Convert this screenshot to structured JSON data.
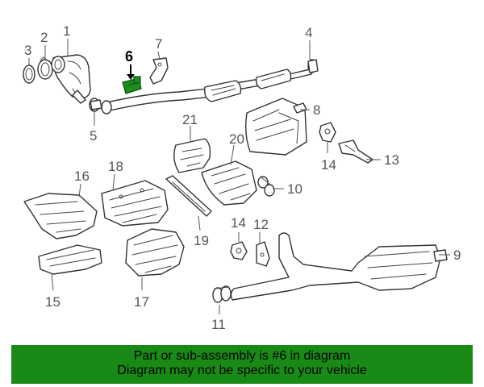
{
  "callouts": {
    "c1": "1",
    "c2": "2",
    "c3": "3",
    "c4": "4",
    "c5": "5",
    "c6": "6",
    "c7": "7",
    "c8": "8",
    "c9": "9",
    "c10": "10",
    "c11": "11",
    "c12": "12",
    "c13": "13",
    "c14a": "14",
    "c14b": "14",
    "c15": "15",
    "c16": "16",
    "c17": "17",
    "c18": "18",
    "c19": "19",
    "c20": "20",
    "c21": "21"
  },
  "highlighted_part": "6",
  "colors": {
    "notice_bg": "#1a8a16",
    "highlight": "#1f8a1f",
    "line": "#333333"
  },
  "notice": {
    "line1": "Part or sub-assembly is #6 in diagram",
    "line2": "Diagram may not be specific to your vehicle"
  }
}
